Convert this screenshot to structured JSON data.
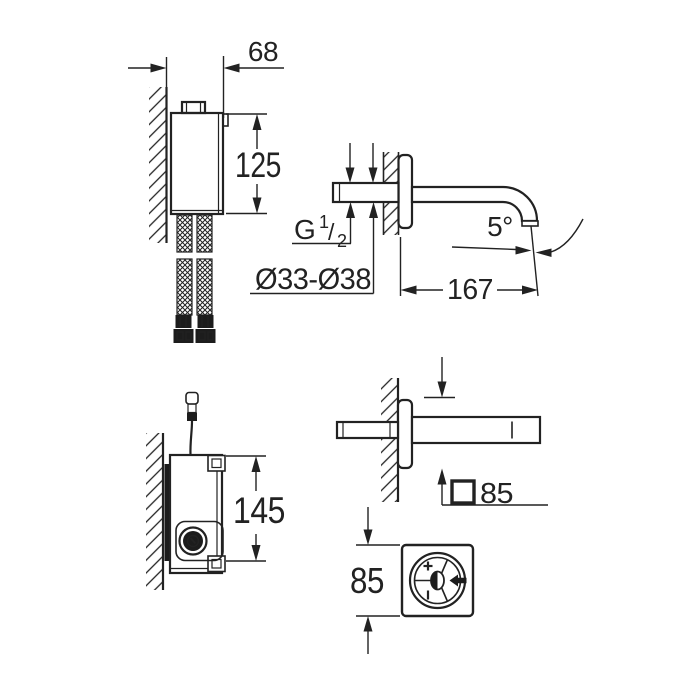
{
  "colors": {
    "background": "#ffffff",
    "line": "#222222",
    "dark_fill": "#1c1c1c"
  },
  "labels": {
    "dim_68": "68",
    "dim_125": "125",
    "thread_g": "G",
    "thread_num": "1",
    "thread_slash": "/",
    "thread_den": "2",
    "dim_diameter": "Ø33-Ø38",
    "dim_angle": "5°",
    "dim_167": "167",
    "dim_145": "145",
    "dim_square_85": "85",
    "dim_85": "85"
  },
  "icons": {
    "square_symbol": "square-symbol-icon",
    "dial_plus": "plus-icon",
    "dial_minus": "minus-icon",
    "dial_flow_arrow": "left-arrow-icon"
  }
}
